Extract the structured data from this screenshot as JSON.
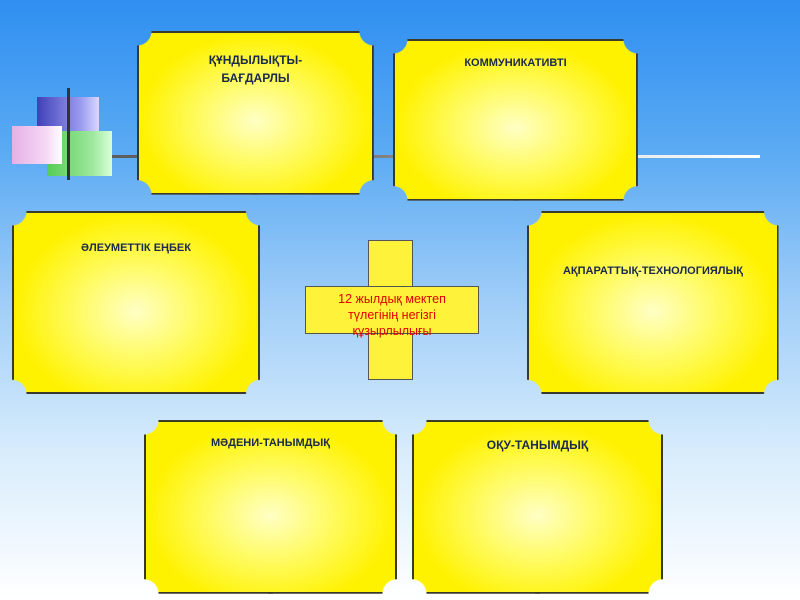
{
  "center": {
    "line1": "12 жылдық мектеп",
    "line2": "түлегінің негізгі",
    "line3": "құзырлылығы"
  },
  "cards": {
    "kundylyk_line1": "ҚҰНДЫЛЫҚТЫ-",
    "kundylyk_line2": "БАҒДАРЛЫ",
    "kommunikativti": "КОММУНИКАТИВТІ",
    "aleumettik": "ӘЛЕУМЕТТІК ЕҢБЕК",
    "akparattyk": "АҚПАРАТТЫҚ-ТЕХНОЛОГИЯЛЫҚ",
    "madeni": "МӘДЕНИ-ТАНЫМДЫҚ",
    "oku": "ОҚУ-ТАНЫМДЫҚ"
  },
  "colors": {
    "card_fill": "#fff200",
    "center_text": "#e00000",
    "title_text": "#1a2a4a"
  }
}
